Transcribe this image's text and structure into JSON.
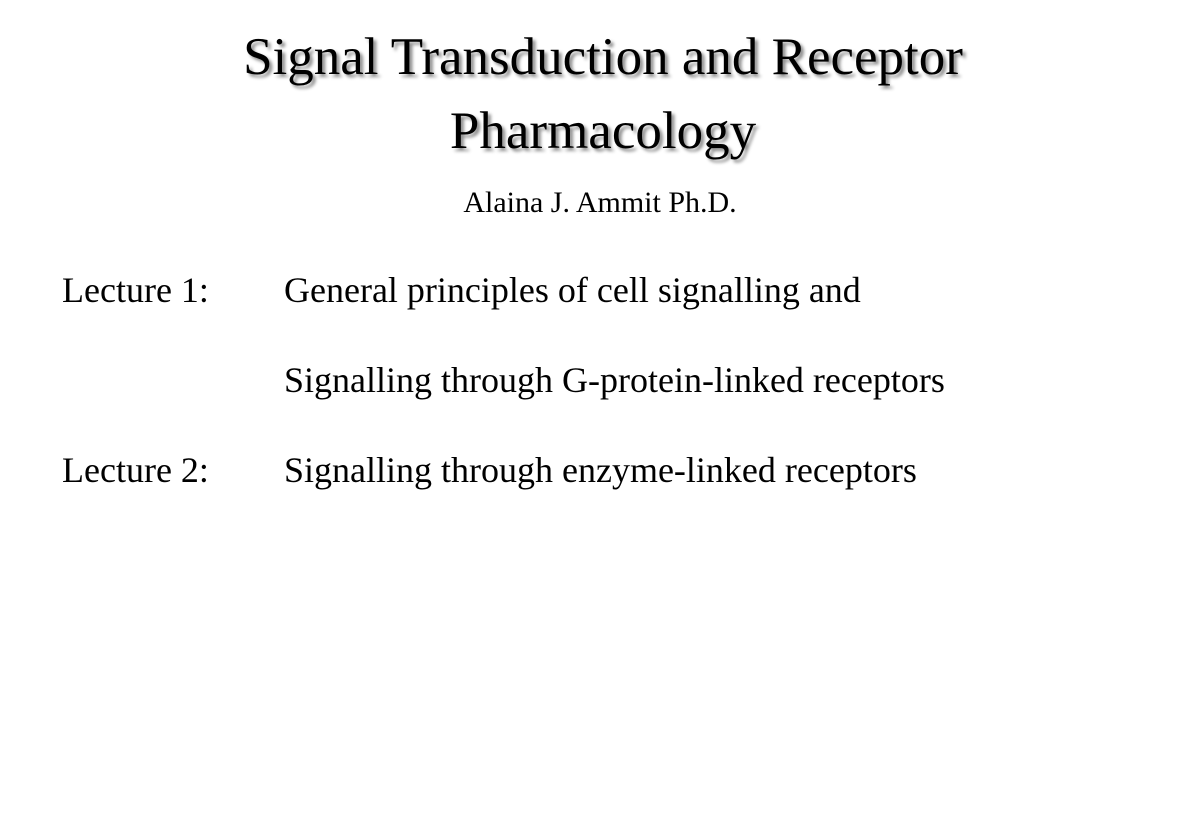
{
  "slide": {
    "title_line_1": "Signal Transduction and Receptor",
    "title_line_2": "Pharmacology",
    "author": "Alaina J. Ammit Ph.D.",
    "lectures": [
      {
        "label": "Lecture 1:",
        "lines": [
          "General principles of cell signalling and",
          "Signalling through G-protein-linked receptors"
        ]
      },
      {
        "label": "Lecture 2:",
        "lines": [
          "Signalling through enzyme-linked receptors"
        ]
      }
    ]
  }
}
